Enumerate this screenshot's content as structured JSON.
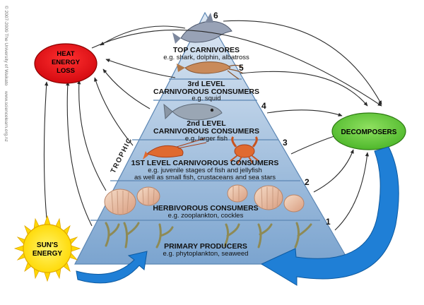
{
  "credit": {
    "copyright": "© 2007-2009 The University of Waikato",
    "website": "www.sciencelearn.org.nz"
  },
  "ovals": {
    "heat": {
      "line1": "HEAT",
      "line2": "ENERGY",
      "line3": "LOSS",
      "color": "#e8141b"
    },
    "decomposers": {
      "label": "DECOMPOSERS",
      "color": "#6fcf45"
    },
    "sun": {
      "line1": "SUN'S",
      "line2": "ENERGY",
      "color": "#ffe600"
    }
  },
  "trophic_label": "TROPHIC",
  "levels": [
    {
      "number": "1",
      "title": "PRIMARY PRODUCERS",
      "example": "e.g. phytoplankton, seaweed"
    },
    {
      "number": "2",
      "title": "HERBIVOROUS CONSUMERS",
      "example": "e.g. zooplankton, cockles"
    },
    {
      "number": "3",
      "title": "1ST LEVEL CARNIVOROUS CONSUMERS",
      "example": "e.g. juvenile stages of fish and jellyfish",
      "example2": "as well as small fish, crustaceans and sea stars"
    },
    {
      "number": "4",
      "title": "2nd LEVEL",
      "title2": "CARNIVOROUS CONSUMERS",
      "example": "e.g. larger fish"
    },
    {
      "number": "5",
      "title": "3rd LEVEL",
      "title2": "CARNIVOROUS CONSUMERS",
      "example": "e.g. squid"
    },
    {
      "number": "6",
      "title": "TOP CARNIVORES",
      "example": "e.g. shark, dolphin, albatross"
    }
  ],
  "colors": {
    "pyramid_top": "#dfe9f4",
    "pyramid_bottom": "#7ba4cf",
    "big_arrow": "#1f7fd6"
  },
  "icons": [
    "dolphin-icon",
    "squid-icon",
    "fish-icon",
    "shrimp-icon",
    "crab-icon",
    "cockle-icon",
    "seaweed-icon"
  ]
}
